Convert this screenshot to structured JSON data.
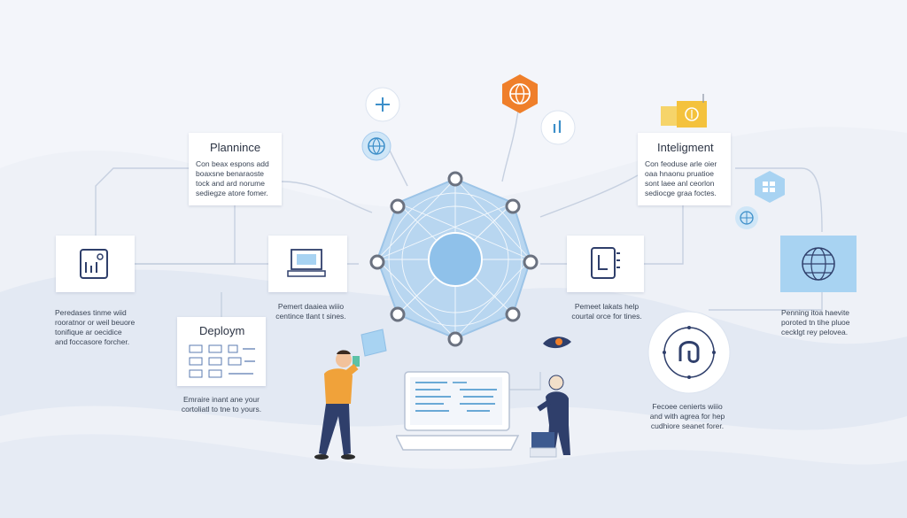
{
  "colors": {
    "background": "#eef1f7",
    "wave": "#dde4f1",
    "card": "#ffffff",
    "line": "#c6d0e0",
    "network": "#a9cdee",
    "hub": "#8fbfe6",
    "node_ring": "#6b7280",
    "orange_accent": "#ef7f2a",
    "yellow_accent": "#f4c23d",
    "blue_panel": "#a8d3f2",
    "figure_shirt": "#f0a23a",
    "figure_pants": "#2f3f6b"
  },
  "cards": {
    "planning": {
      "title": "Plannince",
      "text": "Con beax espons add\nboaxsne benaraoste\ntock and ard norume\nsediegze atore fomer."
    },
    "intelligence": {
      "title": "Inteligment",
      "text": "Con feoduse arle oier\noaa hnaonu pruatioe\nsont laee anl ceorlon\nsediocge graa foctes."
    },
    "deployment": {
      "title": "Deploym"
    }
  },
  "captions": {
    "left": "Peredases tinme wiid\nrooratnor or weil beuore\ntonifique ar oecidice\nand foccasore forcher.",
    "center_left": "Pemert daaiea wiiio\ncentince tlant t sines.",
    "center_right": "Pemeet lakats help\ncourtal orce for tines.",
    "right": "Penning itoa haevite\nporoted tn tihe pluoe\ncecklgt rey pelovea.",
    "deploy": "Emraire inant ane your\ncortoliatl to tne to yours.",
    "bottom_right": "Fecoee cenierts wiiio\nand with agrea for hep\ncudhiore seanet forer."
  },
  "icons": [
    "network-hub-icon",
    "sparkle-icon",
    "globe-icon",
    "orange-globe-badge-icon",
    "bar-chart-icon",
    "document-stack-icon",
    "hexagon-grid-icon",
    "small-globe-icon",
    "image-file-icon",
    "monitor-icon",
    "document-list-icon",
    "globe-panel-icon",
    "fingerprint-loop-icon",
    "rocket-icon",
    "laptop-icon",
    "person-working-icon",
    "person-sitting-icon"
  ]
}
